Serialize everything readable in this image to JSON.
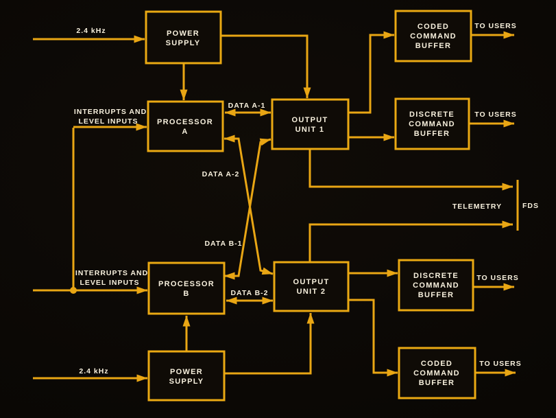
{
  "palette": {
    "background": "#0b0805",
    "line": "#e9a614",
    "text": "#f8f1de",
    "box_fill": "#0f0b06"
  },
  "boxes": {
    "power_supply_a": {
      "lines": [
        "POWER",
        "SUPPLY"
      ]
    },
    "processor_a": {
      "lines": [
        "PROCESSOR",
        "A"
      ]
    },
    "output_unit_1": {
      "lines": [
        "OUTPUT",
        "UNIT 1"
      ]
    },
    "coded_command_buffer_1": {
      "lines": [
        "CODED",
        "COMMAND",
        "BUFFER"
      ]
    },
    "discrete_command_buffer_1": {
      "lines": [
        "DISCRETE",
        "COMMAND",
        "BUFFER"
      ]
    },
    "processor_b": {
      "lines": [
        "PROCESSOR",
        "B"
      ]
    },
    "output_unit_2": {
      "lines": [
        "OUTPUT",
        "UNIT 2"
      ]
    },
    "discrete_command_buffer_2": {
      "lines": [
        "DISCRETE",
        "COMMAND",
        "BUFFER"
      ]
    },
    "coded_command_buffer_2": {
      "lines": [
        "CODED",
        "COMMAND",
        "BUFFER"
      ]
    },
    "power_supply_b": {
      "lines": [
        "POWER",
        "SUPPLY"
      ]
    }
  },
  "labels": {
    "clock_input_a": "2.4 kHz",
    "clock_input_b": "2.4 kHz",
    "interrupts_a": [
      "INTERRUPTS AND",
      "LEVEL INPUTS"
    ],
    "interrupts_b": [
      "INTERRUPTS AND",
      "LEVEL INPUTS"
    ],
    "data_a1": "DATA A-1",
    "data_a2": "DATA A-2",
    "data_b1": "DATA B-1",
    "data_b2": "DATA B-2",
    "telemetry": "TELEMETRY",
    "fds": "FDS",
    "to_users_coded_1": "TO USERS",
    "to_users_discrete_1": "TO USERS",
    "to_users_discrete_2": "TO USERS",
    "to_users_coded_2": "TO USERS"
  }
}
